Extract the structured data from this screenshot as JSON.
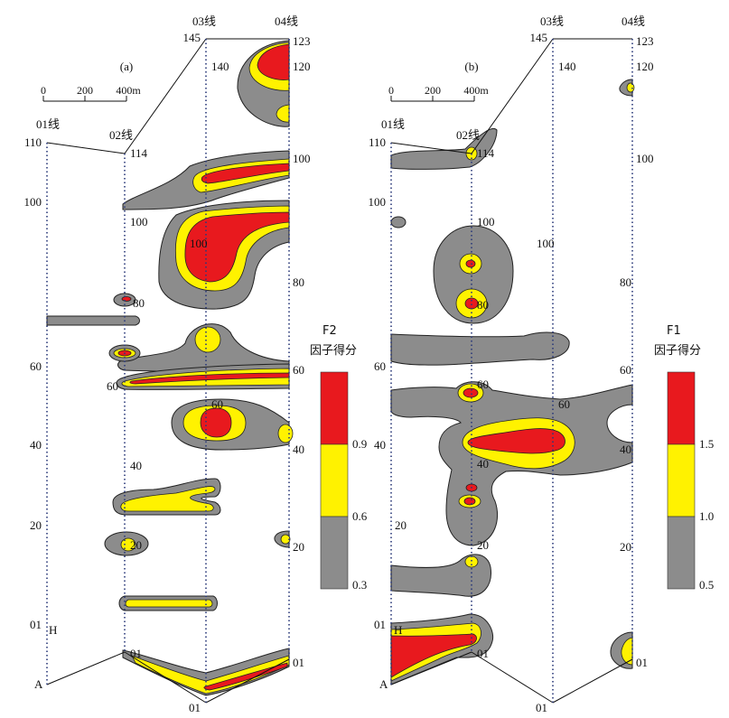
{
  "colors": {
    "gray": "#8c8c8c",
    "yellow": "#fff200",
    "red": "#e8191e",
    "borehole": "#2b3a7a"
  },
  "panels": [
    {
      "label": "(a)",
      "scale": {
        "zero": "0",
        "mid": "200",
        "end": "400m"
      },
      "lines": {
        "l01": "01线",
        "l02": "02线",
        "l03": "03线",
        "l04": "04线"
      },
      "depths": {
        "l01": {
          "top": "110",
          "d100": "100",
          "d60": "60",
          "d40": "40",
          "d20": "20",
          "bottom": "01"
        },
        "l02": {
          "top": "114",
          "d100": "100",
          "d80": "80",
          "d60": "60",
          "d40": "40",
          "d20": "20",
          "bottom": "01"
        },
        "l03": {
          "top": "145",
          "d140": "140",
          "d100": "100",
          "d60": "60",
          "bottom": "01"
        },
        "l04": {
          "top": "123",
          "d120": "120",
          "d100": "100",
          "d80": "80",
          "d60": "60",
          "d40": "40",
          "d20": "20",
          "bottom": "01"
        }
      },
      "corner_labels": {
        "a": "A",
        "h": "H"
      },
      "legend": {
        "title1": "F2",
        "title2": "因子得分",
        "ticks": [
          "0.9",
          "0.6",
          "0.3"
        ]
      }
    },
    {
      "label": "(b)",
      "scale": {
        "zero": "0",
        "mid": "200",
        "end": "400m"
      },
      "lines": {
        "l01": "01线",
        "l02": "02线",
        "l03": "03线",
        "l04": "04线"
      },
      "depths": {
        "l01": {
          "top": "110",
          "d100": "100",
          "d60": "60",
          "d40": "40",
          "d20": "20",
          "bottom": "01"
        },
        "l02": {
          "top": "114",
          "d100": "100",
          "d80": "80",
          "d60": "60",
          "d40": "40",
          "d20": "20",
          "bottom": "01"
        },
        "l03": {
          "top": "145",
          "d140": "140",
          "d100": "100",
          "d60": "60",
          "bottom": "01"
        },
        "l04": {
          "top": "123",
          "d120": "120",
          "d100": "100",
          "d80": "80",
          "d60": "60",
          "d40": "40",
          "d20": "20",
          "bottom": "01"
        }
      },
      "corner_labels": {
        "a": "A",
        "h": "H"
      },
      "legend": {
        "title1": "F1",
        "title2": "因子得分",
        "ticks": [
          "1.5",
          "1.0",
          "0.5"
        ]
      }
    }
  ]
}
